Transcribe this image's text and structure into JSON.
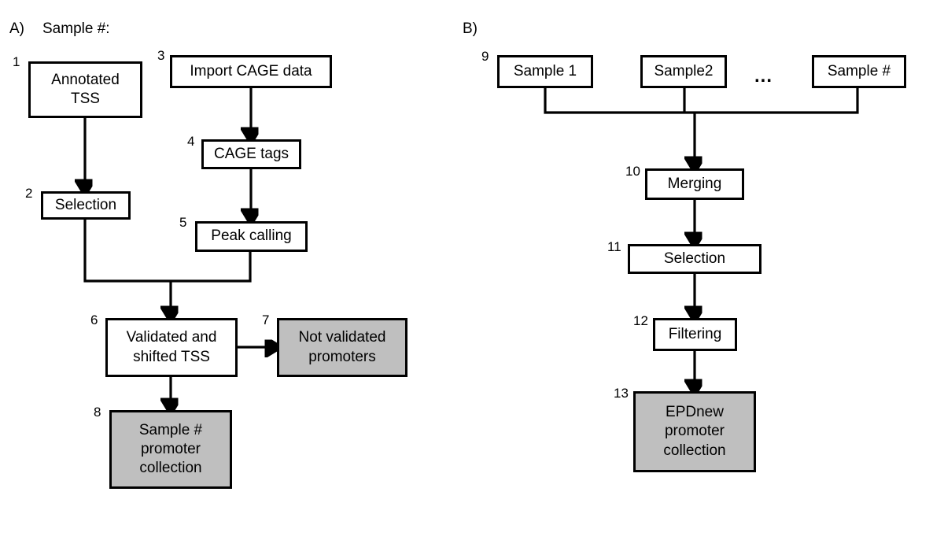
{
  "figure": {
    "panels": [
      {
        "id": "A",
        "label": "A)",
        "caption": "Sample #:"
      },
      {
        "id": "B",
        "label": "B)",
        "caption": ""
      }
    ]
  },
  "colors": {
    "shaded_fill": "#BFBFBF",
    "box_fill": "#FFFFFF",
    "stroke": "#000000",
    "text": "#000000"
  },
  "panelA": {
    "label": "A)",
    "caption": "Sample #:",
    "nodes": [
      {
        "num": "1",
        "text": "Annotated\nTSS",
        "shaded": false
      },
      {
        "num": "2",
        "text": "Selection",
        "shaded": false
      },
      {
        "num": "3",
        "text": "Import CAGE data",
        "shaded": false
      },
      {
        "num": "4",
        "text": "CAGE tags",
        "shaded": false
      },
      {
        "num": "5",
        "text": "Peak calling",
        "shaded": false
      },
      {
        "num": "6",
        "text": "Validated and\nshifted TSS",
        "shaded": false
      },
      {
        "num": "7",
        "text": "Not validated\npromoters",
        "shaded": true
      },
      {
        "num": "8",
        "text": "Sample #\npromoter\ncollection",
        "shaded": true
      }
    ],
    "edges": [
      {
        "from": "1",
        "to": "2",
        "kind": "arrow-down"
      },
      {
        "from": "3",
        "to": "4",
        "kind": "arrow-down"
      },
      {
        "from": "4",
        "to": "5",
        "kind": "arrow-down"
      },
      {
        "from": "2,5",
        "to": "6",
        "kind": "merge-arrow-down"
      },
      {
        "from": "6",
        "to": "7",
        "kind": "arrow-right"
      },
      {
        "from": "6",
        "to": "8",
        "kind": "arrow-down"
      }
    ]
  },
  "panelB": {
    "label": "B)",
    "nodes": [
      {
        "num": "9",
        "text": "Sample 1",
        "shaded": false
      },
      {
        "num": "9b",
        "text": "Sample2",
        "shaded": false
      },
      {
        "num": "9c",
        "text": "Sample #",
        "shaded": false
      },
      {
        "num": "10",
        "text": "Merging",
        "shaded": false
      },
      {
        "num": "11",
        "text": "Selection",
        "shaded": false
      },
      {
        "num": "12",
        "text": "Filtering",
        "shaded": false
      },
      {
        "num": "13",
        "text": "EPDnew\npromoter\ncollection",
        "shaded": true
      }
    ],
    "ellipsis": "...",
    "edges": [
      {
        "from": "9,9b,9c",
        "to": "10",
        "kind": "merge-arrow-down"
      },
      {
        "from": "10",
        "to": "11",
        "kind": "arrow-down"
      },
      {
        "from": "11",
        "to": "12",
        "kind": "arrow-down"
      },
      {
        "from": "12",
        "to": "13",
        "kind": "arrow-down"
      }
    ]
  }
}
